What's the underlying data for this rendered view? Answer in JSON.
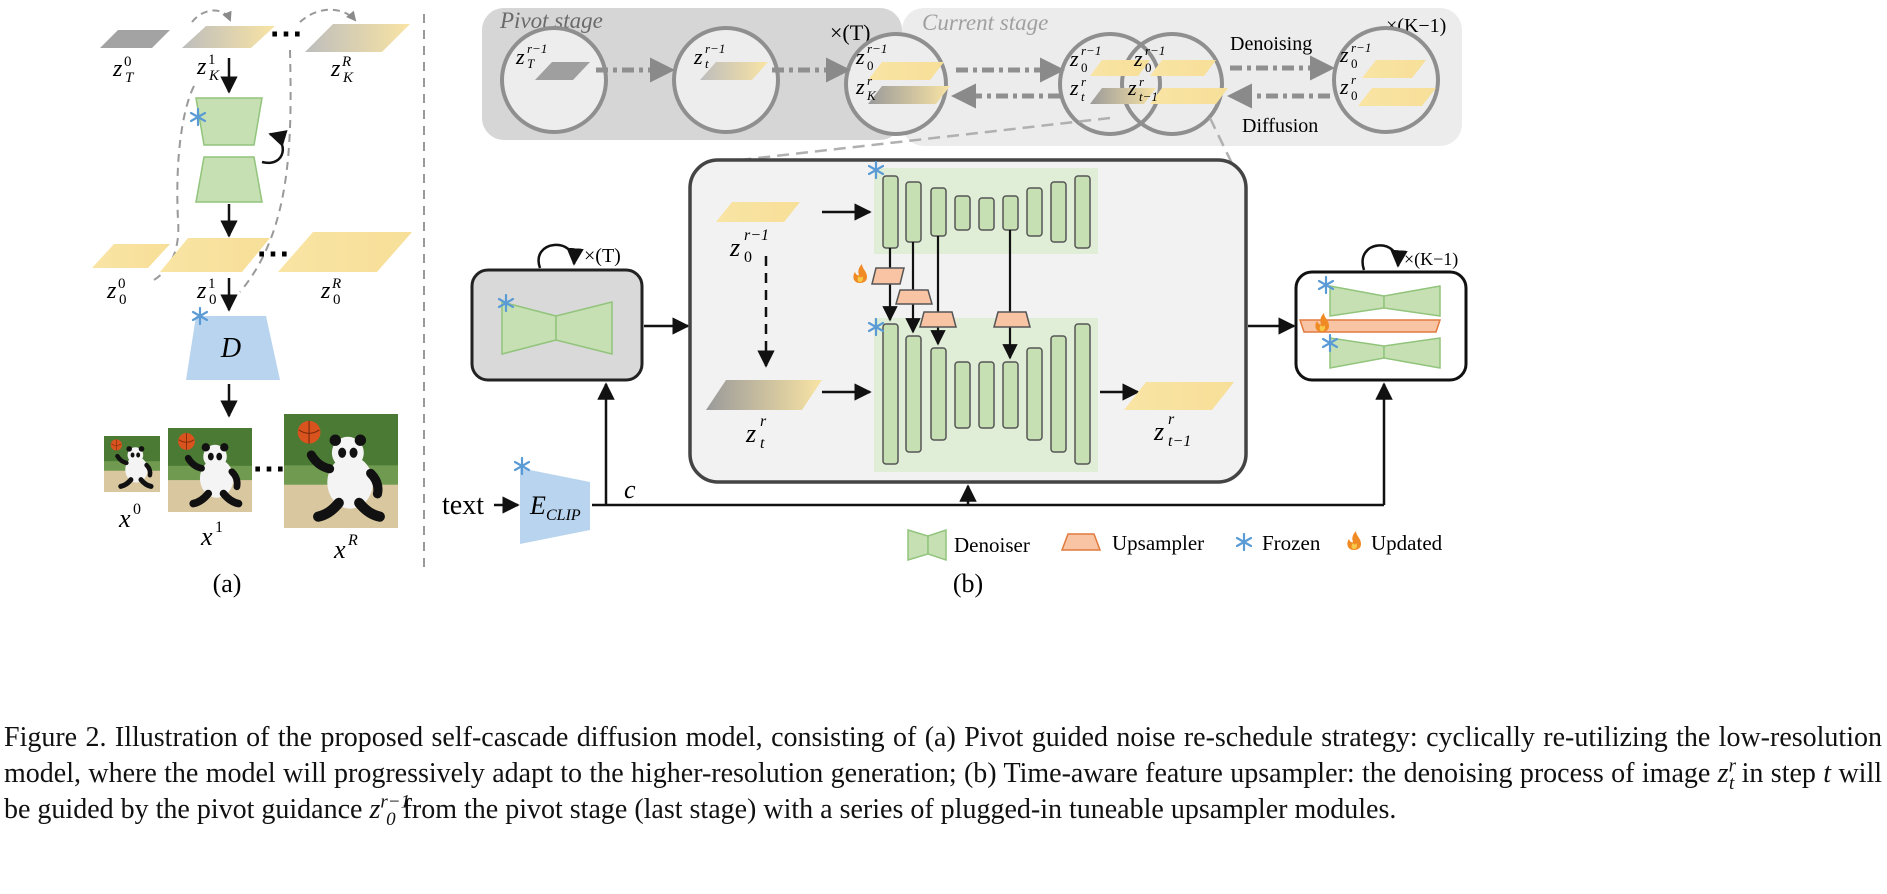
{
  "figure": {
    "panel_a": {
      "label": "(a)",
      "latents_top": [
        "z_T^0",
        "z_K^1",
        "z_K^R"
      ],
      "latents_clean": [
        "z_0^0",
        "z_0^1",
        "z_0^R"
      ],
      "decoder_label": "D",
      "outputs": [
        "x^0",
        "x^1",
        "x^R"
      ],
      "ellipsis": "…"
    },
    "panel_b": {
      "label": "(b)",
      "pivot_stage": "Pivot stage",
      "current_stage": "Current stage",
      "repeat_t": "×(T)",
      "repeat_k": "×(K−1)",
      "denoising": "Denoising",
      "diffusion": "Diffusion",
      "text_input": "text",
      "encoder_label": "E_CLIP",
      "condition": "c",
      "input_latent_pivot": "z_0^{r−1}",
      "input_latent_current": "z_t^r",
      "output_latent": "z_{t−1}^r",
      "legend": {
        "denoiser": "Denoiser",
        "upsampler": "Upsampler",
        "frozen": "Frozen",
        "updated": "Updated"
      }
    },
    "colors": {
      "latent_yellow": "#f9e4a4",
      "latent_gray": "#a3a3a3",
      "denoiser_green": "#c6e0b4",
      "denoiser_stroke": "#92c47c",
      "upsampler_orange": "#f8c4a4",
      "decoder_blue": "#b9d4ee",
      "panel_gray": "#e8e8e8",
      "frozen_blue": "#5b9bd5",
      "updated_orange": "#f08a24"
    }
  },
  "caption": {
    "s1": "Figure 2. Illustration of the proposed self-cascade diffusion model, consisting of (a) Pivot guided noise re-schedule strategy: cyclically re-utilizing the low-resolution model, where the model will progressively adapt to the higher-resolution generation; (b) Time-aware feature upsampler: the denoising process of image ",
    "m1": "z",
    "m1_sub": "t",
    "m1_sup": "r",
    "s2": " in step ",
    "m2": "t",
    "s3": " will be guided by the pivot guidance ",
    "m3": "z",
    "m3_sub": "0",
    "m3_sup": "r−1",
    "s4": " from the pivot stage (last stage) with a series of plugged-in tuneable upsampler modules."
  }
}
